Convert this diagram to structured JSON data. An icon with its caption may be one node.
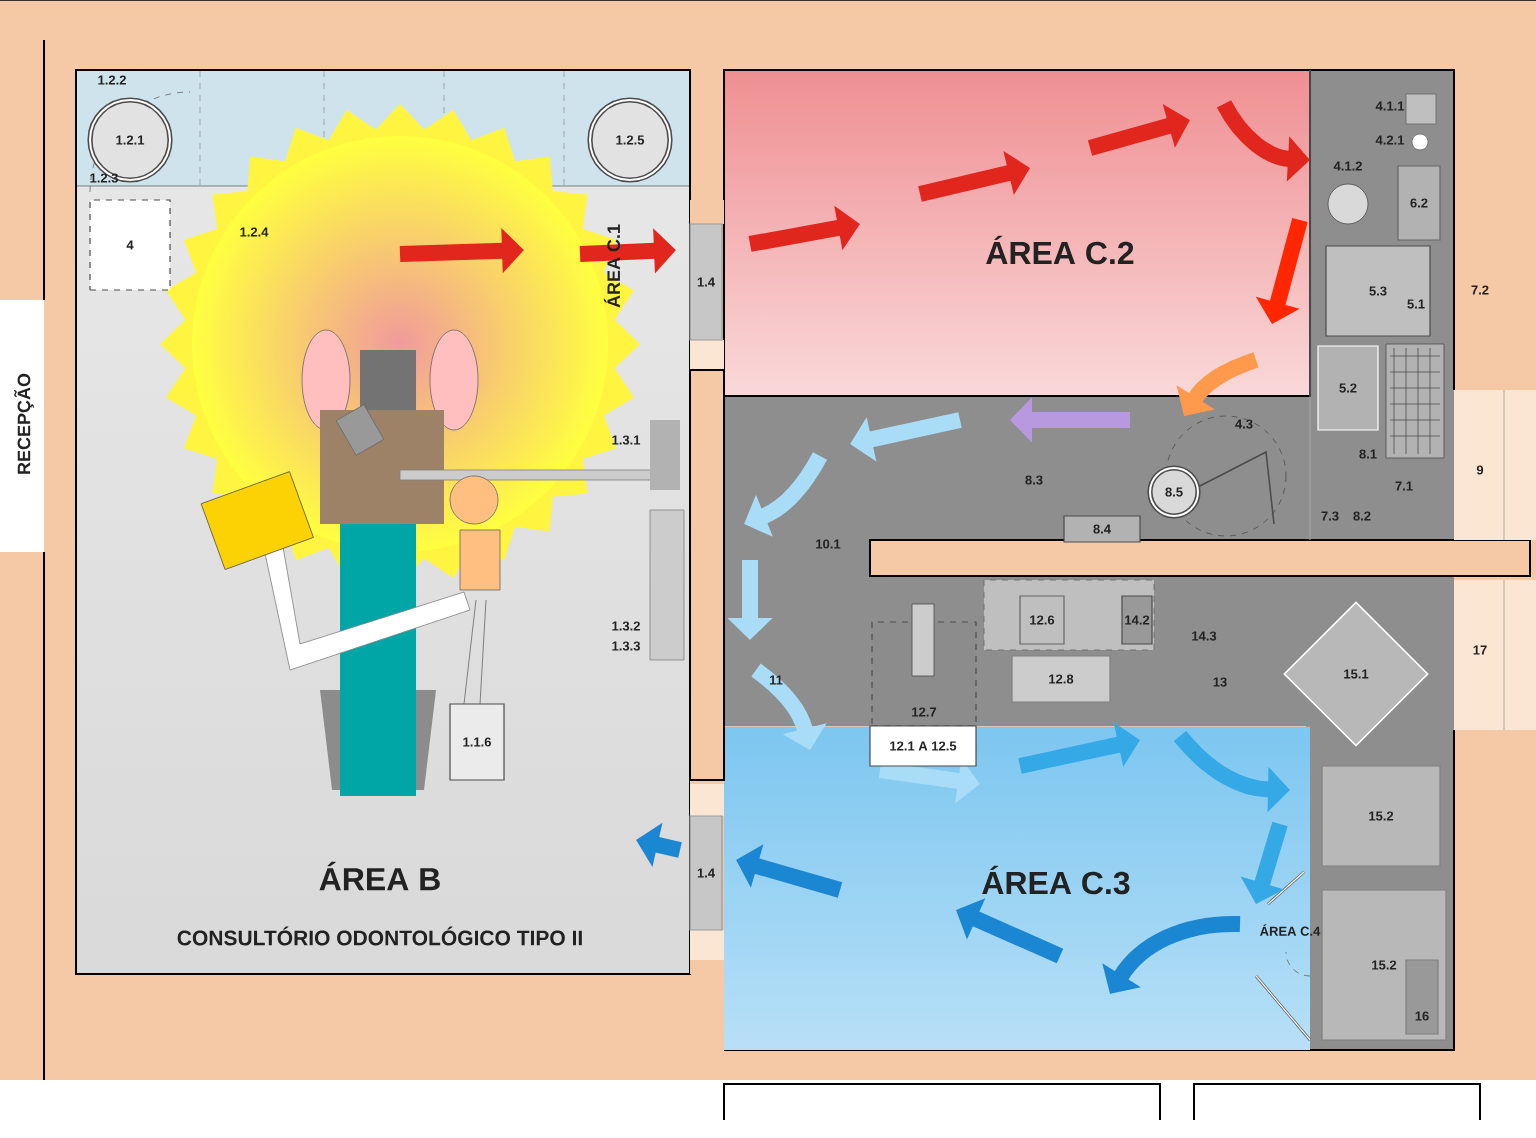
{
  "diagram": {
    "nodes": [
      {
        "text": [
          "ÁREA B",
          "CONSULTÓRIO ODONTOLÓGICO TIPO II"
        ]
      },
      {
        "text": [
          "ÁREA C.2"
        ]
      },
      {
        "text": [
          "ÁREA C.3"
        ]
      },
      {
        "text": [
          "1.2.1"
        ],
        "in": 0
      },
      {
        "text": [
          "1.2.5"
        ],
        "in": 0
      },
      {
        "text": [
          "4"
        ],
        "in": 0
      },
      {
        "text": [
          "1.1.6"
        ],
        "in": 0
      },
      {
        "text": [
          "1.4"
        ]
      },
      {
        "text": [
          "1.4"
        ]
      },
      {
        "text": [
          "6.2"
        ]
      },
      {
        "text": [
          "5.3"
        ]
      },
      {
        "text": [
          "5.2"
        ]
      },
      {
        "text": [
          "8.5"
        ]
      },
      {
        "text": [
          "8.4"
        ]
      },
      {
        "text": [
          "12.7"
        ]
      },
      {
        "text": [
          "12.6"
        ]
      },
      {
        "text": [
          "14.2"
        ]
      },
      {
        "text": [
          "12.8"
        ]
      },
      {
        "text": [
          "12.1 A 12.5"
        ]
      },
      {
        "text": [
          "15.1"
        ]
      },
      {
        "text": [
          "15.2"
        ]
      },
      {
        "text": [
          "15.2"
        ]
      },
      {
        "text": [
          "16"
        ],
        "in": 21
      }
    ],
    "labels": [
      "1.2.2",
      "1.2.3",
      "1.2.4",
      "RECEPÇÃO",
      "ÁREA C.1",
      "1.3.1",
      "1.3.2",
      "1.3.3",
      "4.1.1",
      "4.2.1",
      "4.1.2",
      "5.1",
      "7.2",
      "4.3",
      "8.3",
      "8.1",
      "9",
      "10.1",
      "7.1",
      "7.3",
      "8.2",
      "11",
      "14.3",
      "13",
      "17",
      "ÁREA C.4"
    ]
  }
}
